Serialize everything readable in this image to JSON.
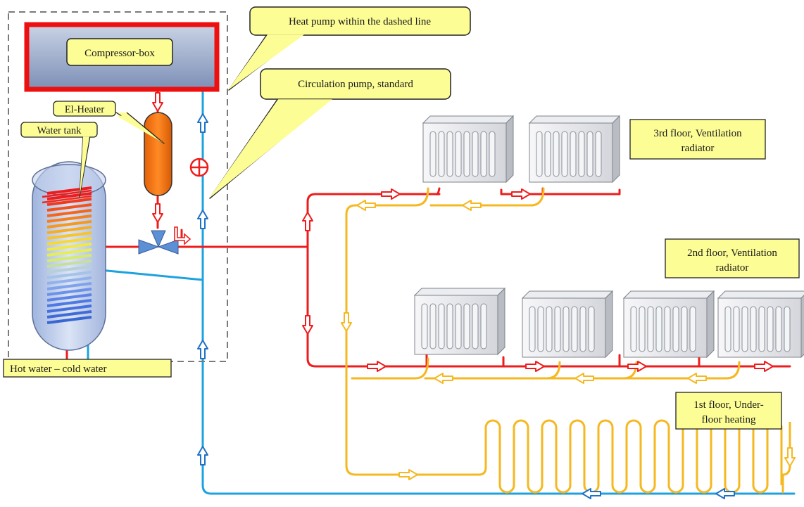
{
  "labels": {
    "compressor_box": "Compressor-box",
    "el_heater": "El-Heater",
    "water_tank": "Water tank",
    "hot_cold_water": "Hot water – cold water",
    "heat_pump_dashed": "Heat pump within the dashed line",
    "circulation_pump": "Circulation pump, standard",
    "floor3_line1": "3rd floor, Ventilation",
    "floor3_line2": "radiator",
    "floor2_line1": "2nd floor, Ventilation",
    "floor2_line2": "radiator",
    "floor1_line1": "1st floor, Under-",
    "floor1_line2": "floor heating"
  },
  "colors": {
    "supply": "#ee1c1c",
    "return": "#f5b820",
    "cold": "#1da2e0",
    "cold_arrow": "#1d72c6",
    "callout_fill": "#fdfd96",
    "heater": "#f0700f",
    "box_border": "#ee1010"
  },
  "icons": {
    "circulation_pump": "circle-plus-icon",
    "three_way_valve": "bowtie-valve-icon"
  }
}
